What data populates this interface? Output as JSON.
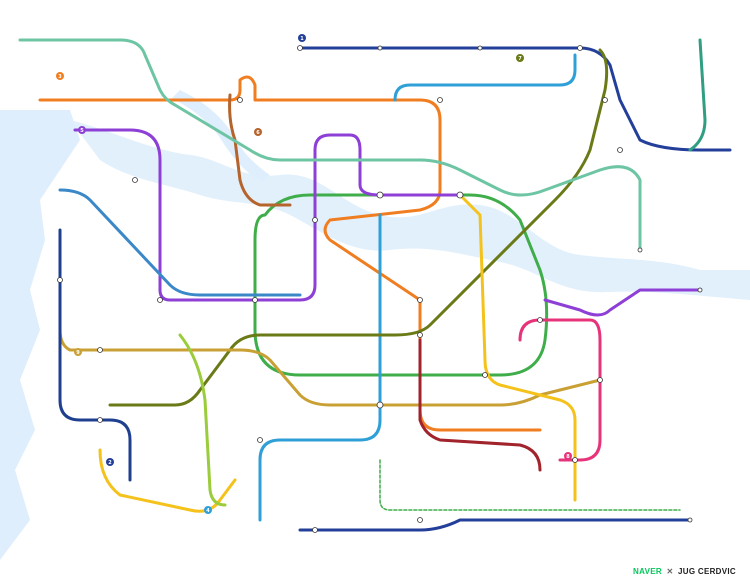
{
  "colors": {
    "water": "#dfeefc",
    "line1": "#233f9a",
    "line2": "#3fae4a",
    "line3": "#f07d1f",
    "line4": "#2f9fd8",
    "line5": "#8d3fd6",
    "line6": "#b5642d",
    "line7": "#6a7a17",
    "line8": "#e6337a",
    "line9": "#c9a034",
    "gyeongui": "#6dc5a4",
    "airport": "#3b88c8",
    "bundang": "#f4c21b",
    "sinbundang": "#a1232b",
    "ui": "#9bcc3b",
    "gyeongchun": "#2f9e82"
  },
  "terminal_badges": [
    "1",
    "2",
    "3",
    "4",
    "5",
    "6",
    "7",
    "8",
    "9"
  ],
  "credit": {
    "brand": "NAVER",
    "separator": "✕",
    "author": "JUG CERDVIC"
  }
}
